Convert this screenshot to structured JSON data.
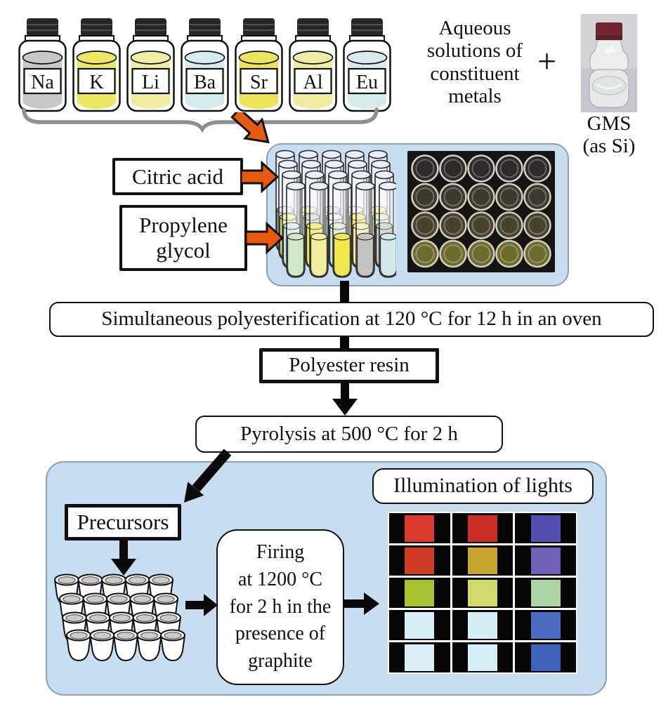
{
  "header": {
    "bottles": [
      {
        "label": "Na",
        "color": "#c7c7c7"
      },
      {
        "label": "K",
        "color": "#ede863"
      },
      {
        "label": "Li",
        "color": "#f0eda2"
      },
      {
        "label": "Ba",
        "color": "#d5eaec"
      },
      {
        "label": "Sr",
        "color": "#ede45c"
      },
      {
        "label": "Al",
        "color": "#f0eda2"
      },
      {
        "label": "Eu",
        "color": "#d7ebed"
      }
    ],
    "caption_lines": [
      "Aqueous",
      "solutions of",
      "constituent",
      "metals"
    ],
    "plus": "+",
    "gms_lines": [
      "GMS",
      "(as Si)"
    ]
  },
  "reagents": {
    "citric_acid": "Citric acid",
    "propylene_lines": [
      "Propylene",
      "glycol"
    ]
  },
  "mixing": {
    "tube_rows": [
      [
        "#cfe9c8",
        "#f2ec7a",
        "#c4c4c0",
        "#d2e8ec",
        "#f3e74e"
      ],
      [
        "#f3ec7c",
        "#c4c4c0",
        "#cfe4ea",
        "#f3e74e",
        "#cfe9c8"
      ],
      [
        "#d2e8ec",
        "#f3e74e",
        "#cfe9c8",
        "#f2ef9e",
        "#c4c4c0"
      ],
      [
        "#cfe9c8",
        "#f2ef9e",
        "#f3e74e",
        "#c4c4c0",
        "#d2e8ec"
      ]
    ],
    "photo": {
      "rows": 4,
      "cols": 5,
      "row_tints": [
        "#2e2c28",
        "#3c3a2c",
        "#45432d",
        "#6e6b2f"
      ],
      "rim": "#d2cfc0",
      "background": "#161412"
    }
  },
  "steps": {
    "polyesterification": "Simultaneous polyesterification at 120 °C for 12 h in an oven",
    "polyester_resin": "Polyester resin",
    "pyrolysis": "Pyrolysis at 500 °C for 2 h",
    "precursors": "Precursors",
    "firing_lines": [
      "Firing",
      "at 1200 °C",
      "for 2 h in the",
      "presence of",
      "graphite"
    ]
  },
  "precursor_tray": {
    "rows": 4,
    "cols": 5,
    "content_color": "#cbcac7"
  },
  "illumination": {
    "title": "Illumination of lights",
    "cells": [
      [
        "#d8392a",
        "#c92f26",
        "#5150af"
      ],
      [
        "#cf3c24",
        "#c7a42f",
        "#7061b7"
      ],
      [
        "#a4c331",
        "#cedb69",
        "#abd3a4"
      ],
      [
        "#d8eef6",
        "#d5edf5",
        "#4a6cc1"
      ],
      [
        "#dbeff7",
        "#d8eef6",
        "#3f63bc"
      ]
    ]
  },
  "colors": {
    "panel_fill": "#c9ddf1",
    "panel_border": "#8aa0b4",
    "arrow_orange": "#e85a10",
    "arrow_black": "#0a0a0a",
    "brace_gray": "#8f8f8f"
  }
}
